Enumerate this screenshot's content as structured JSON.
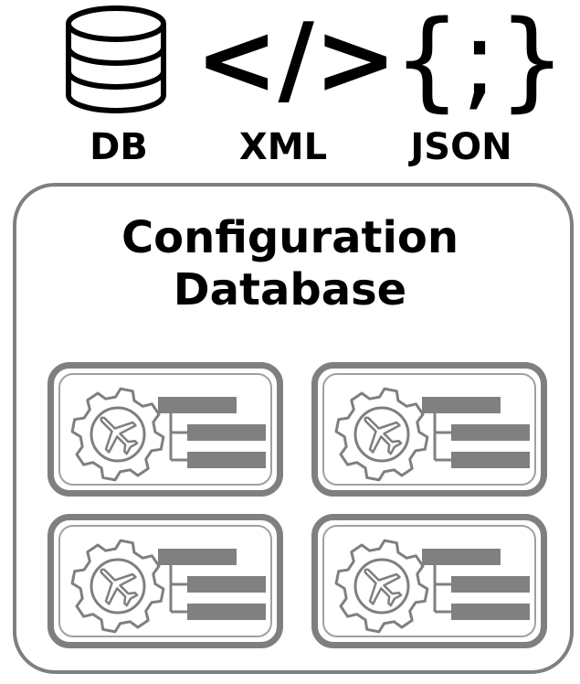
{
  "formats": [
    {
      "label": "DB",
      "icon": "database-icon"
    },
    {
      "label": "XML",
      "icon": "code-tag-icon",
      "glyph": "</>"
    },
    {
      "label": "JSON",
      "icon": "curly-braces-icon",
      "glyph": "{;}"
    }
  ],
  "container": {
    "title_line1": "Configuration",
    "title_line2": "Database"
  },
  "cards": [
    {
      "icon": "gear-airplane-icon"
    },
    {
      "icon": "gear-airplane-icon"
    },
    {
      "icon": "gear-airplane-icon"
    },
    {
      "icon": "gear-airplane-icon"
    }
  ],
  "colors": {
    "border": "#7f7f7f",
    "fill": "#808080",
    "text": "#000000"
  }
}
